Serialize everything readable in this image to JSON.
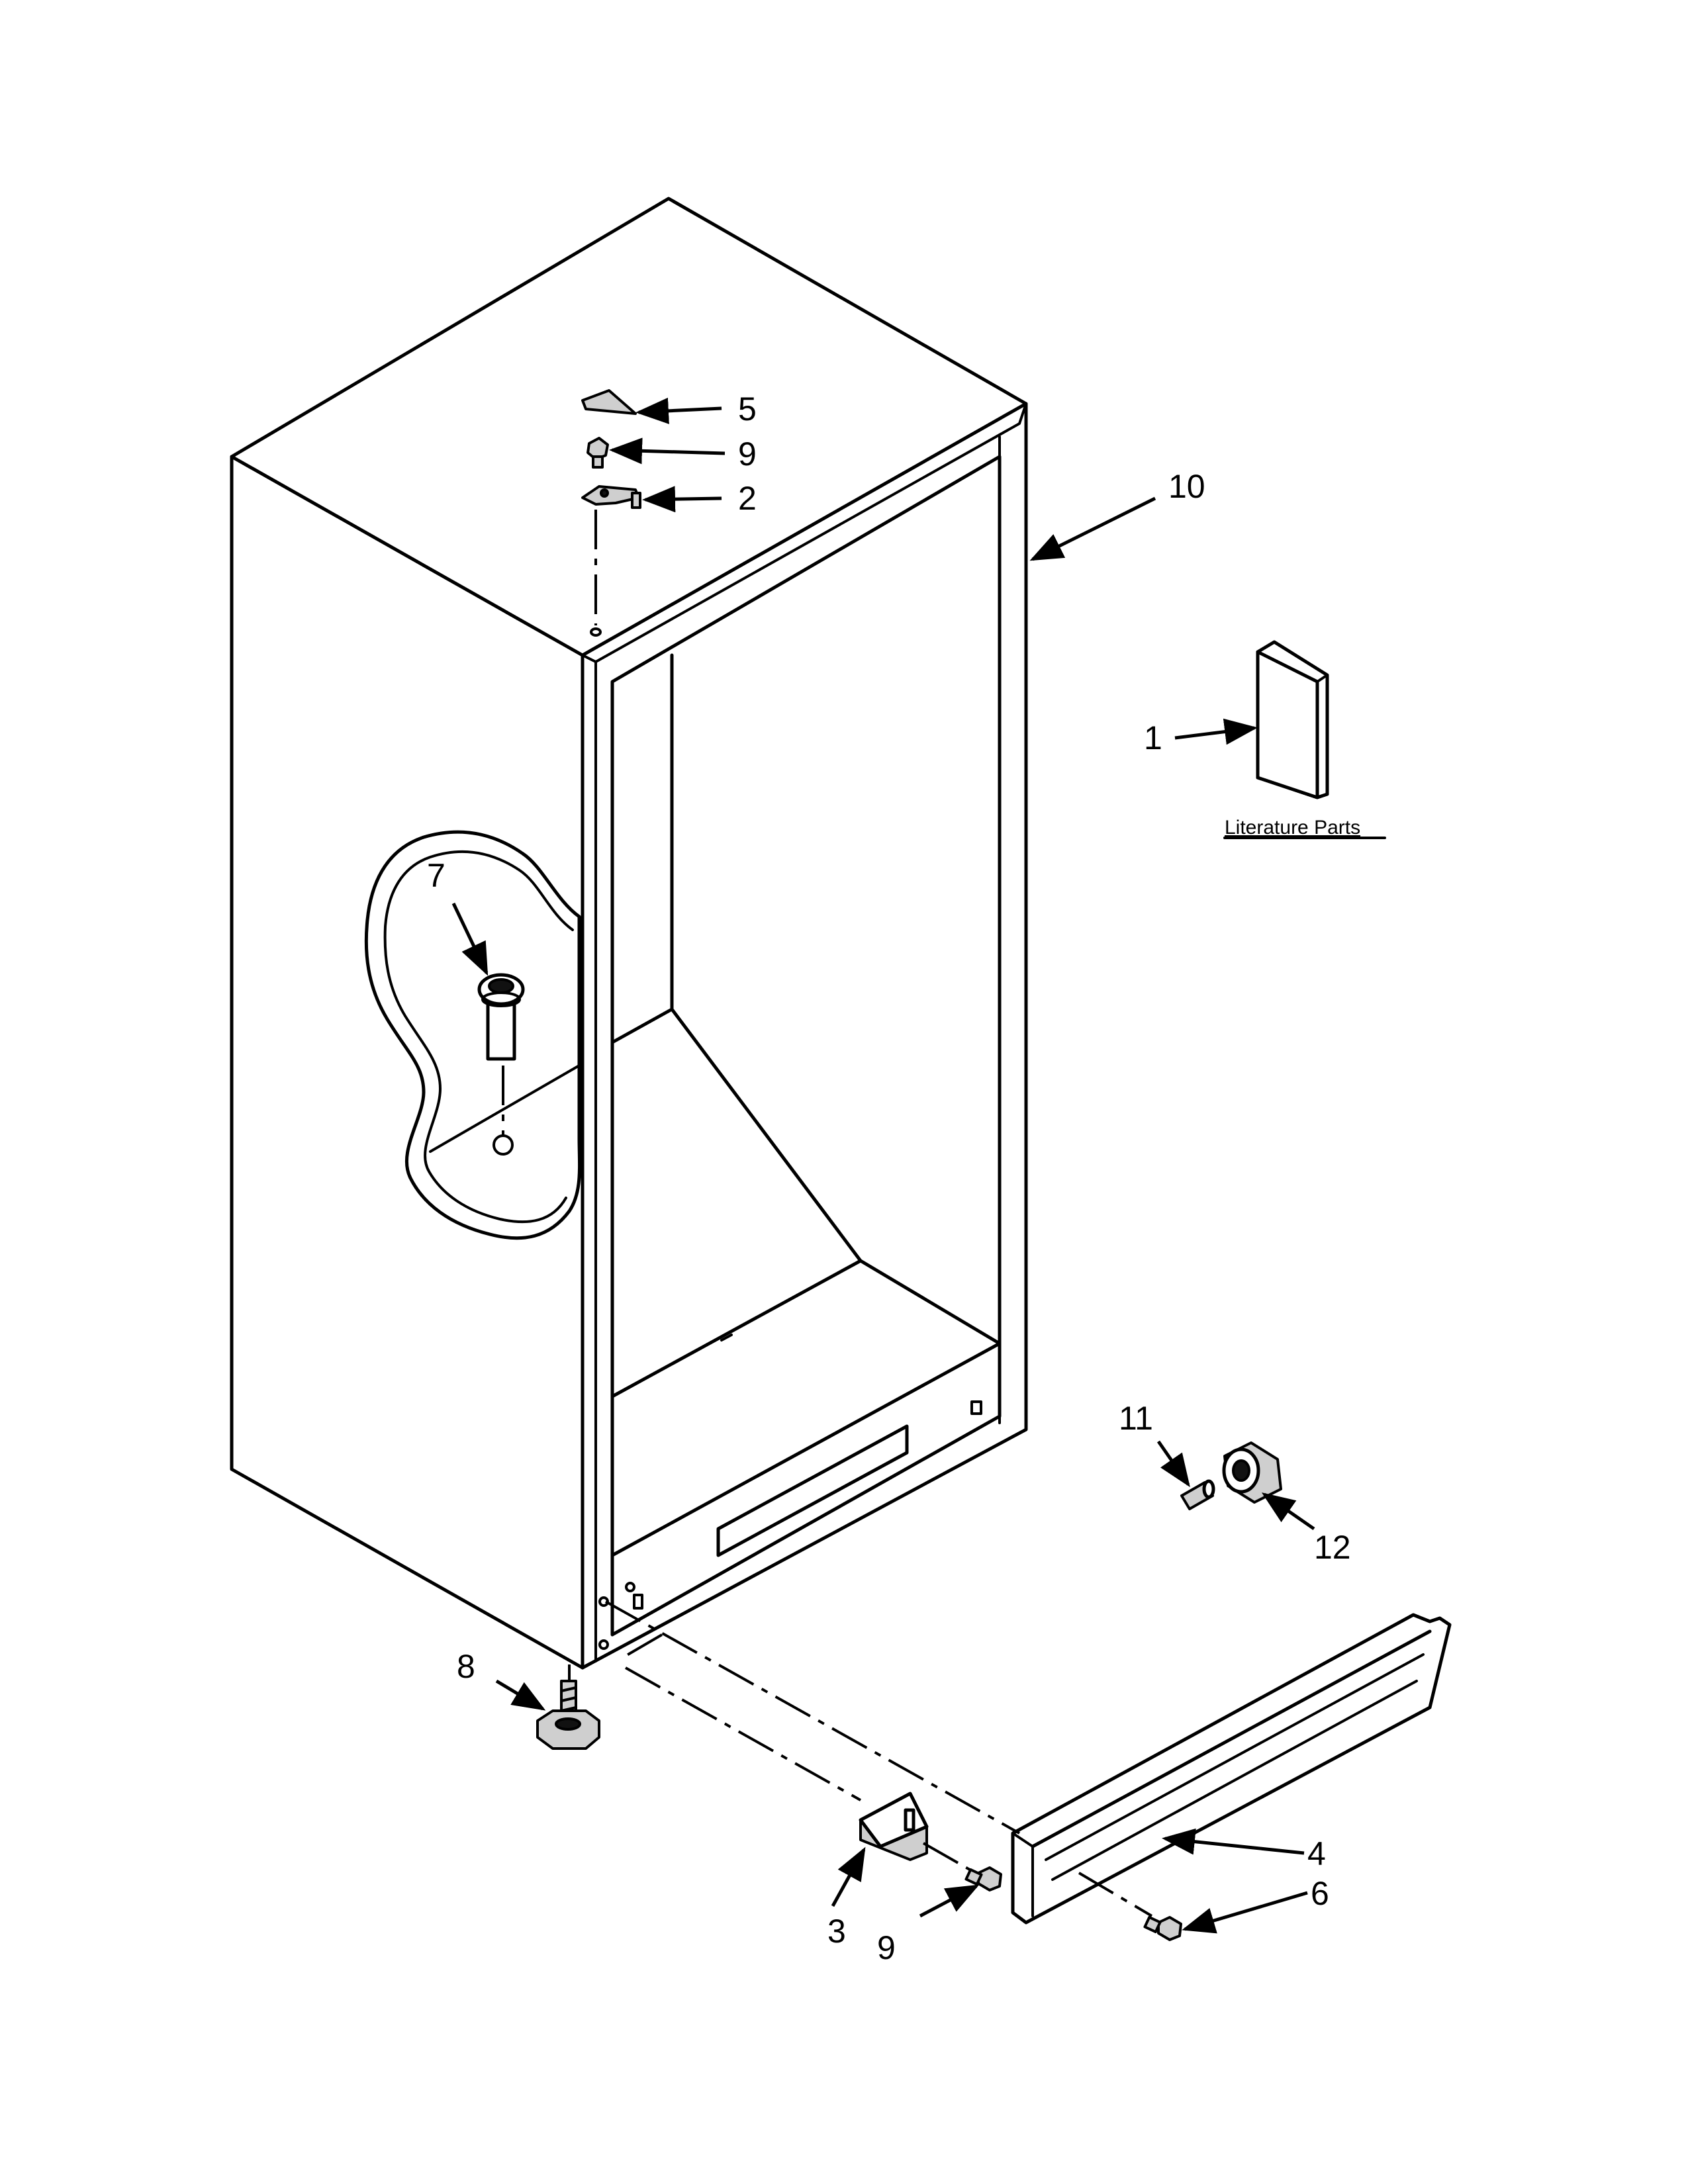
{
  "callouts": {
    "c1": "1",
    "c2": "2",
    "c3": "3",
    "c4": "4",
    "c5": "5",
    "c6": "6",
    "c7": "7",
    "c8": "8",
    "c9_top": "9",
    "c9_bottom": "9",
    "c10": "10",
    "c11": "11",
    "c12": "12"
  },
  "literature_label": "Literature Parts"
}
